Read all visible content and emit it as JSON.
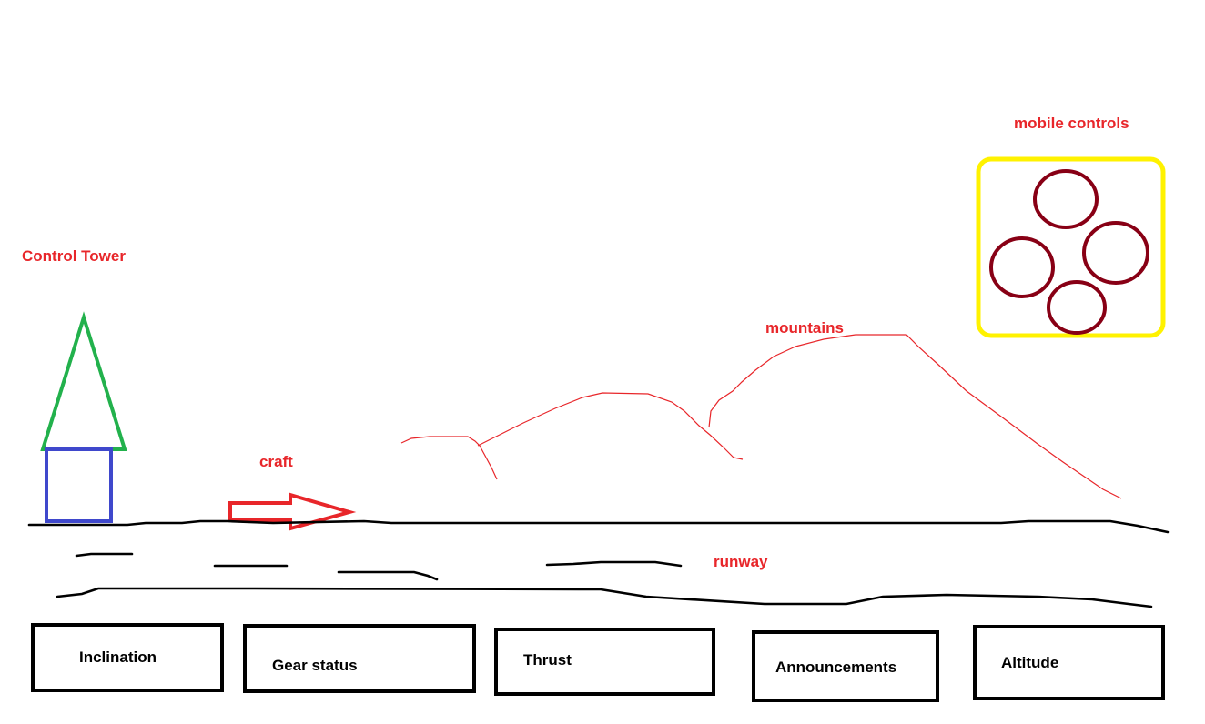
{
  "labels": {
    "control_tower": "Control Tower",
    "craft": "craft",
    "mountains": "mountains",
    "runway": "runway",
    "mobile_controls": "mobile controls"
  },
  "panels": [
    {
      "label": "Inclination"
    },
    {
      "label": "Gear status"
    },
    {
      "label": "Thrust"
    },
    {
      "label": "Announcements"
    },
    {
      "label": "Altitude"
    }
  ],
  "colors": {
    "label_red": "#e8262a",
    "tower_roof": "#22b14c",
    "tower_base": "#3f48cc",
    "control_frame": "#fff200",
    "control_buttons": "#880015",
    "ground": "#000000"
  }
}
